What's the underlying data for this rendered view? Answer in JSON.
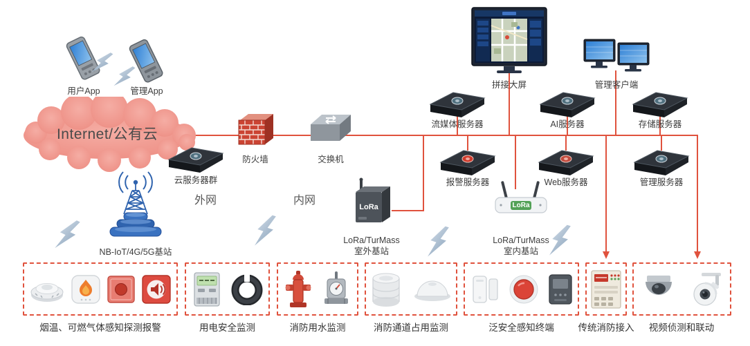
{
  "colors": {
    "connection_line": "#e0523d",
    "dashed_box": "#e0523d",
    "cloud_fill": "#ef958b"
  },
  "nodes": {
    "user_app": "用户App",
    "mgmt_app": "管理App",
    "internet": "Internet/公有云",
    "cloud_servers": "云服务器群",
    "firewall": "防火墙",
    "switch": "交换机",
    "extranet": "外网",
    "intranet": "内网",
    "nbiot_station": "NB-IoT/4G/5G基站",
    "video_wall": "拼接大屏",
    "mgmt_client": "管理客户端",
    "media_server": "流媒体服务器",
    "ai_server": "AI服务器",
    "storage_server": "存储服务器",
    "alarm_server": "报警服务器",
    "web_server": "Web服务器",
    "mgmt_server": "管理服务器",
    "lora_badge": "LoRa",
    "lora_outdoor_line1": "LoRa/TurMass",
    "lora_outdoor_line2": "室外基站",
    "lora_indoor_line1": "LoRa/TurMass",
    "lora_indoor_line2": "室内基站"
  },
  "groups": [
    {
      "label": "烟温、可燃气体感知探测报警",
      "devices": [
        "smoke-detector-icon",
        "gas-detector-icon",
        "manual-call-point-icon",
        "alarm-sounder-icon"
      ]
    },
    {
      "label": "用电安全监测",
      "devices": [
        "power-meter-icon",
        "current-clamp-icon"
      ]
    },
    {
      "label": "消防用水监测",
      "devices": [
        "fire-hydrant-icon",
        "water-pressure-sensor-icon"
      ]
    },
    {
      "label": "消防通道占用监测",
      "devices": [
        "ultrasonic-sensor-icon",
        "occupancy-dome-sensor-icon"
      ]
    },
    {
      "label": "泛安全感知终端",
      "devices": [
        "door-sensor-icon",
        "sos-button-icon",
        "gateway-icon"
      ]
    },
    {
      "label": "传统消防接入",
      "devices": [
        "fire-alarm-panel-icon"
      ]
    },
    {
      "label": "视频侦测和联动",
      "devices": [
        "dome-camera-icon",
        "ptz-camera-icon"
      ]
    }
  ]
}
